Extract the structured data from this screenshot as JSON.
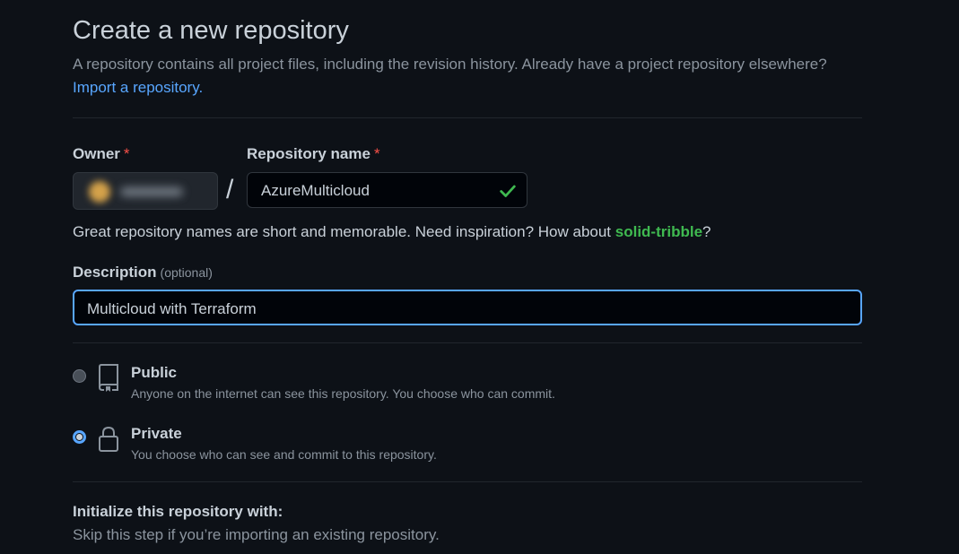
{
  "header": {
    "title": "Create a new repository",
    "subtitle": "A repository contains all project files, including the revision history. Already have a project repository elsewhere?",
    "import_link": "Import a repository."
  },
  "owner": {
    "label": "Owner",
    "required_mark": "*"
  },
  "repository_name": {
    "label": "Repository name",
    "required_mark": "*",
    "value": "AzureMulticloud",
    "separator": "/"
  },
  "name_hint": {
    "prefix": "Great repository names are short and memorable. Need inspiration? How about ",
    "suggestion": "solid-tribble",
    "suffix": "?"
  },
  "description": {
    "label": "Description",
    "optional_label": "(optional)",
    "value": "Multicloud with Terraform"
  },
  "visibility": {
    "options": [
      {
        "title": "Public",
        "description": "Anyone on the internet can see this repository. You choose who can commit.",
        "icon": "repo-icon",
        "selected": false
      },
      {
        "title": "Private",
        "description": "You choose who can see and commit to this repository.",
        "icon": "lock-icon",
        "selected": true
      }
    ]
  },
  "initialize": {
    "title": "Initialize this repository with:",
    "description": "Skip this step if you’re importing an existing repository."
  },
  "colors": {
    "background": "#0d1117",
    "link": "#58a6ff",
    "success": "#3fb950",
    "required": "#f85149"
  }
}
